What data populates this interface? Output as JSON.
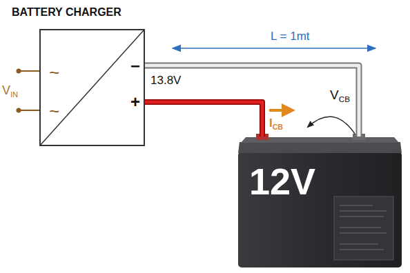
{
  "diagram": {
    "nodes": [
      {
        "text": [
          "BATTERY CHARGER",
          "~",
          "~",
          "−",
          "+"
        ]
      },
      {
        "text": [
          "12V"
        ]
      }
    ],
    "edges": [
      {
        "from": 0,
        "to": 1,
        "arrow": "none"
      },
      {
        "from": 0,
        "to": 1,
        "arrow": "none"
      }
    ],
    "labels": [
      "VIN",
      "13.8V",
      "L = 1mt",
      "VCB",
      "ICB"
    ]
  }
}
